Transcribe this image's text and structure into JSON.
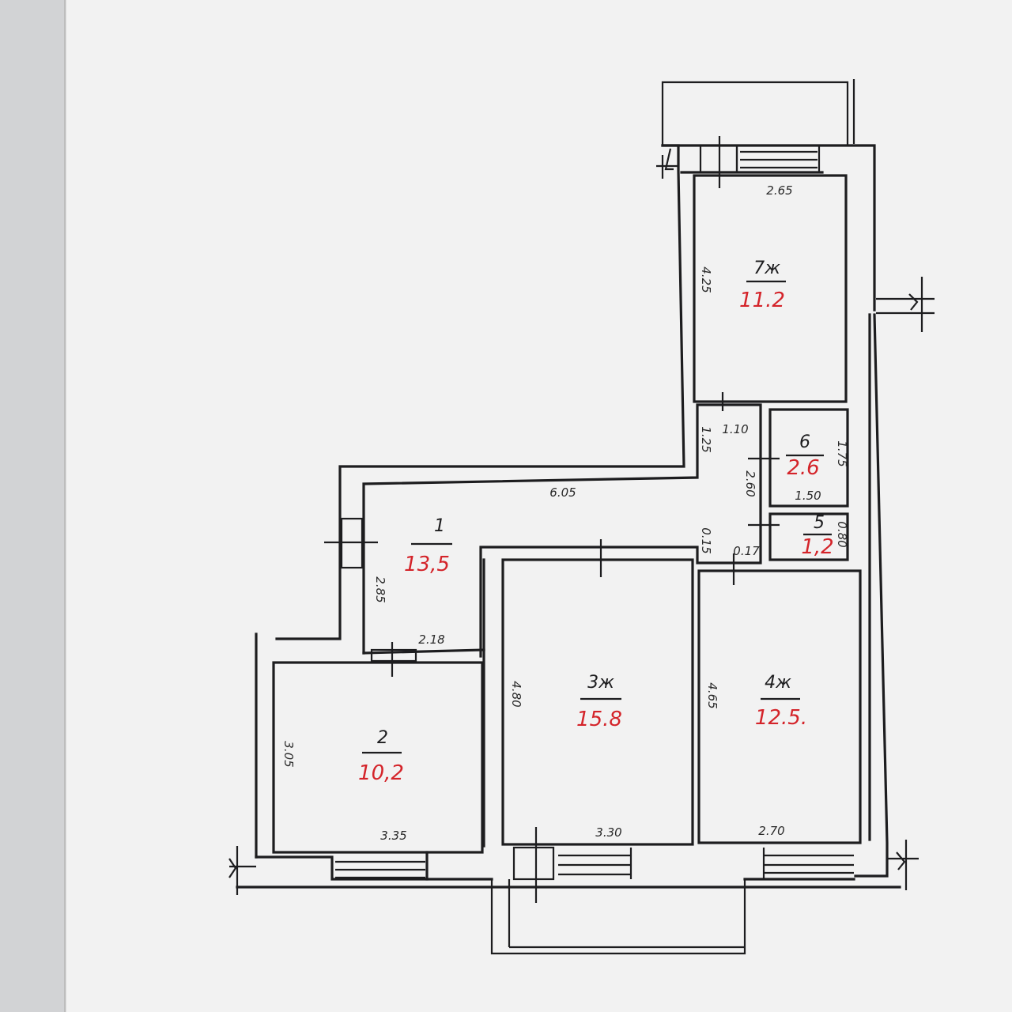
{
  "colors": {
    "page": "#f2f2f2",
    "lines": "#1d1d1f",
    "area_text": "#d4242a"
  },
  "rooms": [
    {
      "id": "1",
      "number": "1",
      "area": "13,5"
    },
    {
      "id": "2",
      "number": "2",
      "area": "10,2"
    },
    {
      "id": "3",
      "number": "3ж",
      "area": "15.8"
    },
    {
      "id": "4",
      "number": "4ж",
      "area": "12.5."
    },
    {
      "id": "5",
      "number": "5",
      "area": "1,2"
    },
    {
      "id": "6",
      "number": "6",
      "area": "2.6"
    },
    {
      "id": "7",
      "number": "7ж",
      "area": "11.2"
    }
  ],
  "dimensions": {
    "room7_width": "2.65",
    "room7_height": "4.25",
    "corridor_top_width": "1.10",
    "corridor_top_height": "1.25",
    "corridor_height": "2.60",
    "room6_width": "1.50",
    "room6_height": "1.75",
    "room5_height": "0.80",
    "corridor_small_1": "0.15",
    "corridor_small_2": "0.17",
    "hall_length": "6.05",
    "hall_height": "2.85",
    "hall_width": "2.18",
    "room2_height": "3.05",
    "room2_width": "3.35",
    "room3_height": "4.80",
    "room3_width": "3.30",
    "room4_height": "4.65",
    "room4_width": "2.70"
  }
}
